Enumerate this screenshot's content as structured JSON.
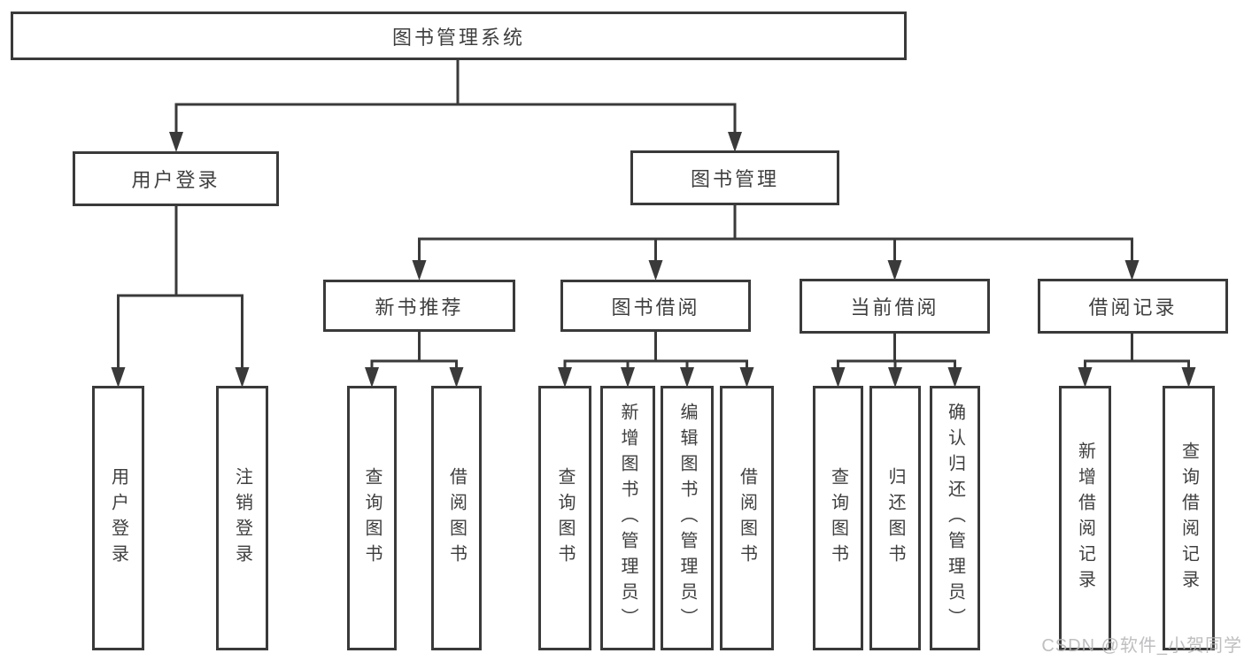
{
  "diagram": {
    "root": {
      "label": "图书管理系统"
    },
    "level2": [
      {
        "label": "用户登录"
      },
      {
        "label": "图书管理"
      }
    ],
    "level3": [
      {
        "label": "新书推荐"
      },
      {
        "label": "图书借阅"
      },
      {
        "label": "当前借阅"
      },
      {
        "label": "借阅记录"
      }
    ],
    "leaves": {
      "user_login": [
        {
          "label": "用户登录"
        },
        {
          "label": "注销登录"
        }
      ],
      "new_book_rec": [
        {
          "label": "查询图书"
        },
        {
          "label": "借阅图书"
        }
      ],
      "book_borrow": [
        {
          "label": "查询图书"
        },
        {
          "label": "新增图书（管理员）"
        },
        {
          "label": "编辑图书（管理员）"
        },
        {
          "label": "借阅图书"
        }
      ],
      "current_borrow": [
        {
          "label": "查询图书"
        },
        {
          "label": "归还图书"
        },
        {
          "label": "确认归还（管理员）"
        }
      ],
      "borrow_record": [
        {
          "label": "新增借阅记录"
        },
        {
          "label": "查询借阅记录"
        }
      ]
    },
    "watermark": "CSDN @软件_小贺同学",
    "colors": {
      "line": "#3a3a3a",
      "text": "#3f3f3f",
      "watermark": "#b5b3b6",
      "background": "#ffffff"
    }
  }
}
